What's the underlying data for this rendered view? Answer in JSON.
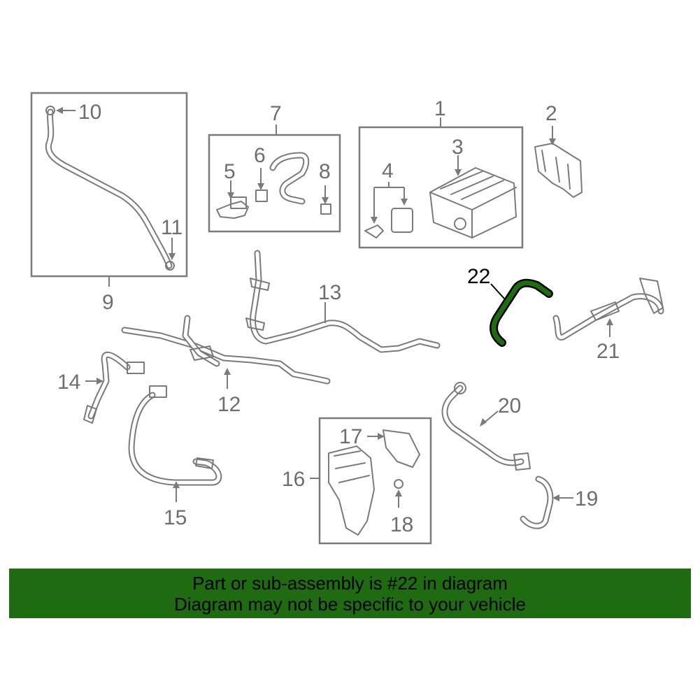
{
  "callouts": [
    {
      "id": "1",
      "label": "1"
    },
    {
      "id": "2",
      "label": "2"
    },
    {
      "id": "3",
      "label": "3"
    },
    {
      "id": "4",
      "label": "4"
    },
    {
      "id": "5",
      "label": "5"
    },
    {
      "id": "6",
      "label": "6"
    },
    {
      "id": "7",
      "label": "7"
    },
    {
      "id": "8",
      "label": "8"
    },
    {
      "id": "9",
      "label": "9"
    },
    {
      "id": "10",
      "label": "10"
    },
    {
      "id": "11",
      "label": "11"
    },
    {
      "id": "12",
      "label": "12"
    },
    {
      "id": "13",
      "label": "13"
    },
    {
      "id": "14",
      "label": "14"
    },
    {
      "id": "15",
      "label": "15"
    },
    {
      "id": "16",
      "label": "16"
    },
    {
      "id": "17",
      "label": "17"
    },
    {
      "id": "18",
      "label": "18"
    },
    {
      "id": "19",
      "label": "19"
    },
    {
      "id": "20",
      "label": "20"
    },
    {
      "id": "21",
      "label": "21"
    },
    {
      "id": "22",
      "label": "22"
    }
  ],
  "highlighted_part": "22",
  "colors": {
    "highlight": "#1e6b12",
    "line": "#7a7a7a",
    "banner_bg": "#1e6b12",
    "banner_text": "#000000"
  },
  "banner": {
    "line1": "Part or sub-assembly is #22 in diagram",
    "line2": "Diagram may not be specific to your vehicle"
  }
}
